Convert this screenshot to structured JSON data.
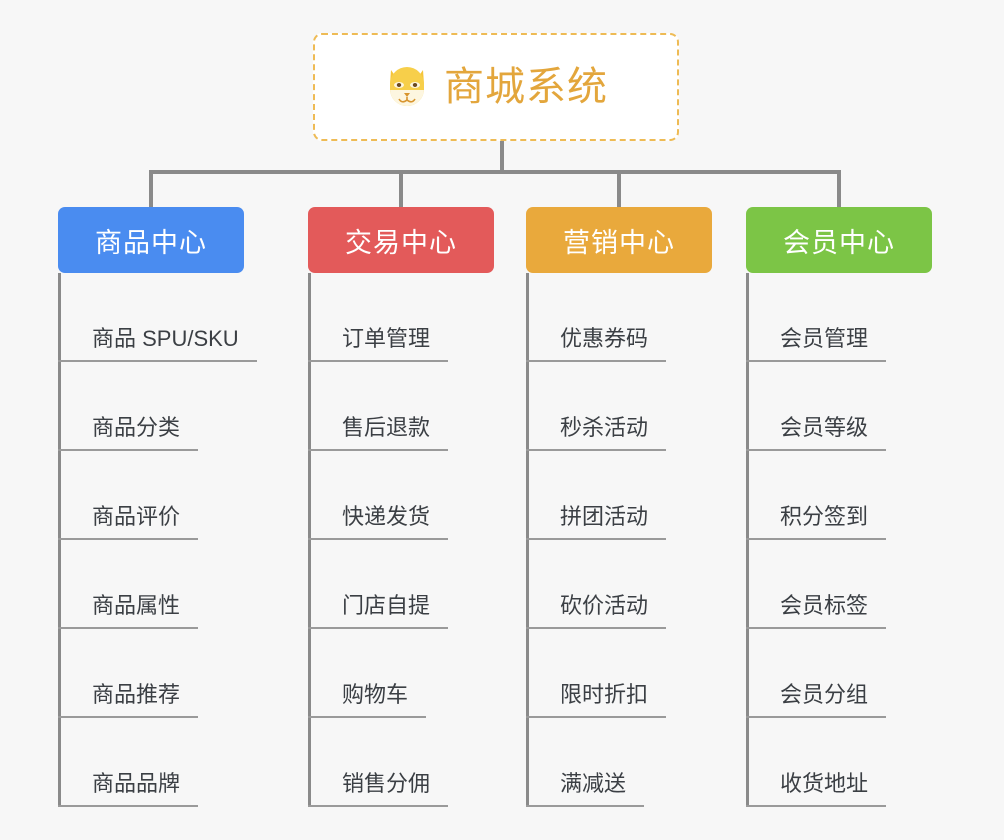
{
  "page": {
    "background_color": "#f7f7f7",
    "connector_color": "#8a8a8a"
  },
  "root": {
    "title": "商城系统",
    "icon": "shiba-inu-dog-face-emoji",
    "border_color": "#eebb55",
    "title_color": "#e3a63c",
    "background_color": "#ffffff"
  },
  "columns": [
    {
      "id": "product-center",
      "label": "商品中心",
      "color": "#4a8cf0",
      "items": [
        "商品 SPU/SKU",
        "商品分类",
        "商品评价",
        "商品属性",
        "商品推荐",
        "商品品牌"
      ]
    },
    {
      "id": "trade-center",
      "label": "交易中心",
      "color": "#e35a5a",
      "items": [
        "订单管理",
        "售后退款",
        "快递发货",
        "门店自提",
        "购物车",
        "销售分佣"
      ]
    },
    {
      "id": "marketing-center",
      "label": "营销中心",
      "color": "#e9a93c",
      "items": [
        "优惠券码",
        "秒杀活动",
        "拼团活动",
        "砍价活动",
        "限时折扣",
        "满减送"
      ]
    },
    {
      "id": "member-center",
      "label": "会员中心",
      "color": "#7cc546",
      "items": [
        "会员管理",
        "会员等级",
        "积分签到",
        "会员标签",
        "会员分组",
        "收货地址"
      ]
    }
  ]
}
